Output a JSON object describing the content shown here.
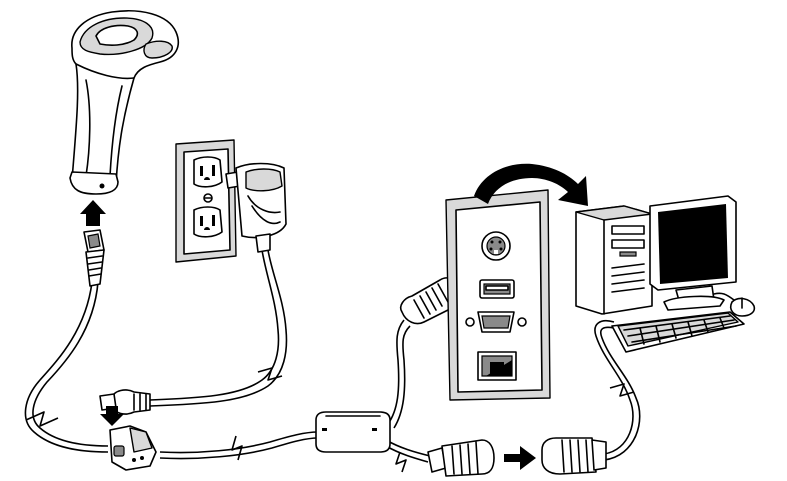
{
  "diagram": {
    "components": [
      {
        "id": "scanner",
        "icon": "handheld-barcode-scanner-icon"
      },
      {
        "id": "wall-outlet",
        "icon": "power-outlet-icon"
      },
      {
        "id": "power-adapter",
        "icon": "power-adapter-icon"
      },
      {
        "id": "pc-rear-panel",
        "icon": "computer-rear-panel-icon"
      },
      {
        "id": "computer",
        "icon": "desktop-computer-icon"
      },
      {
        "id": "keyboard-wedge-cable",
        "icon": "y-cable-icon"
      }
    ],
    "ports": [
      "ps2-keyboard-port",
      "usb-port",
      "serial-port",
      "ethernet-port"
    ],
    "steps": [
      {
        "id": "insert-cable-into-scanner",
        "icon": "arrow-up-icon"
      },
      {
        "id": "connect-power-jack",
        "icon": "arrow-down-icon"
      },
      {
        "id": "plug-into-keyboard-port",
        "icon": "arrow-right-icon"
      },
      {
        "id": "connect-keyboard",
        "icon": "arrow-right-icon"
      },
      {
        "id": "view-rear-of-pc",
        "icon": "curved-arrow-icon"
      }
    ]
  }
}
